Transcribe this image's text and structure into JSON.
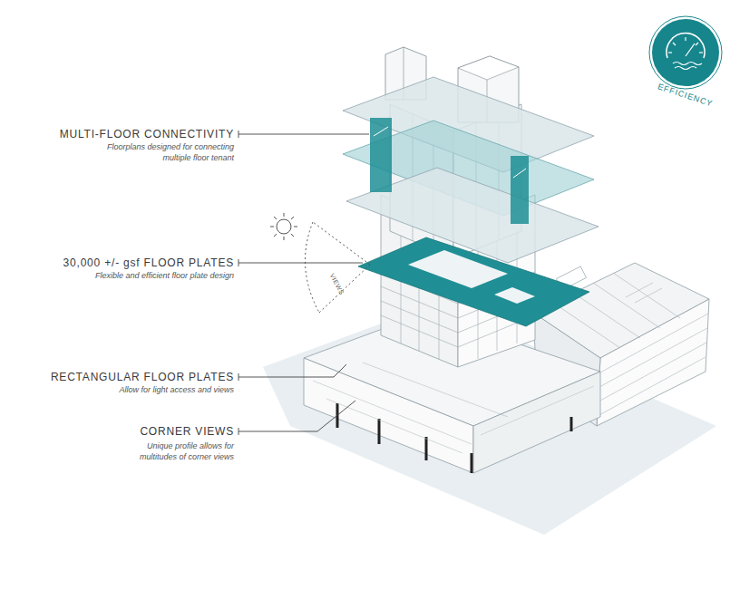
{
  "diagram": {
    "nodes": [
      {
        "text": [
          "EFFICIENCY"
        ]
      }
    ],
    "labels": [
      "MULTI-FLOOR CONNECTIVITY",
      "Floorplans designed for connecting multiple floor tenant",
      "30,000 +/- gsf FLOOR PLATES",
      "Flexible and efficient floor plate design",
      "VIEWS",
      "RECTANGULAR FLOOR PLATES",
      "Allow for light access and views",
      "CORNER VIEWS",
      "Unique profile allows for multitudes of corner views"
    ]
  }
}
